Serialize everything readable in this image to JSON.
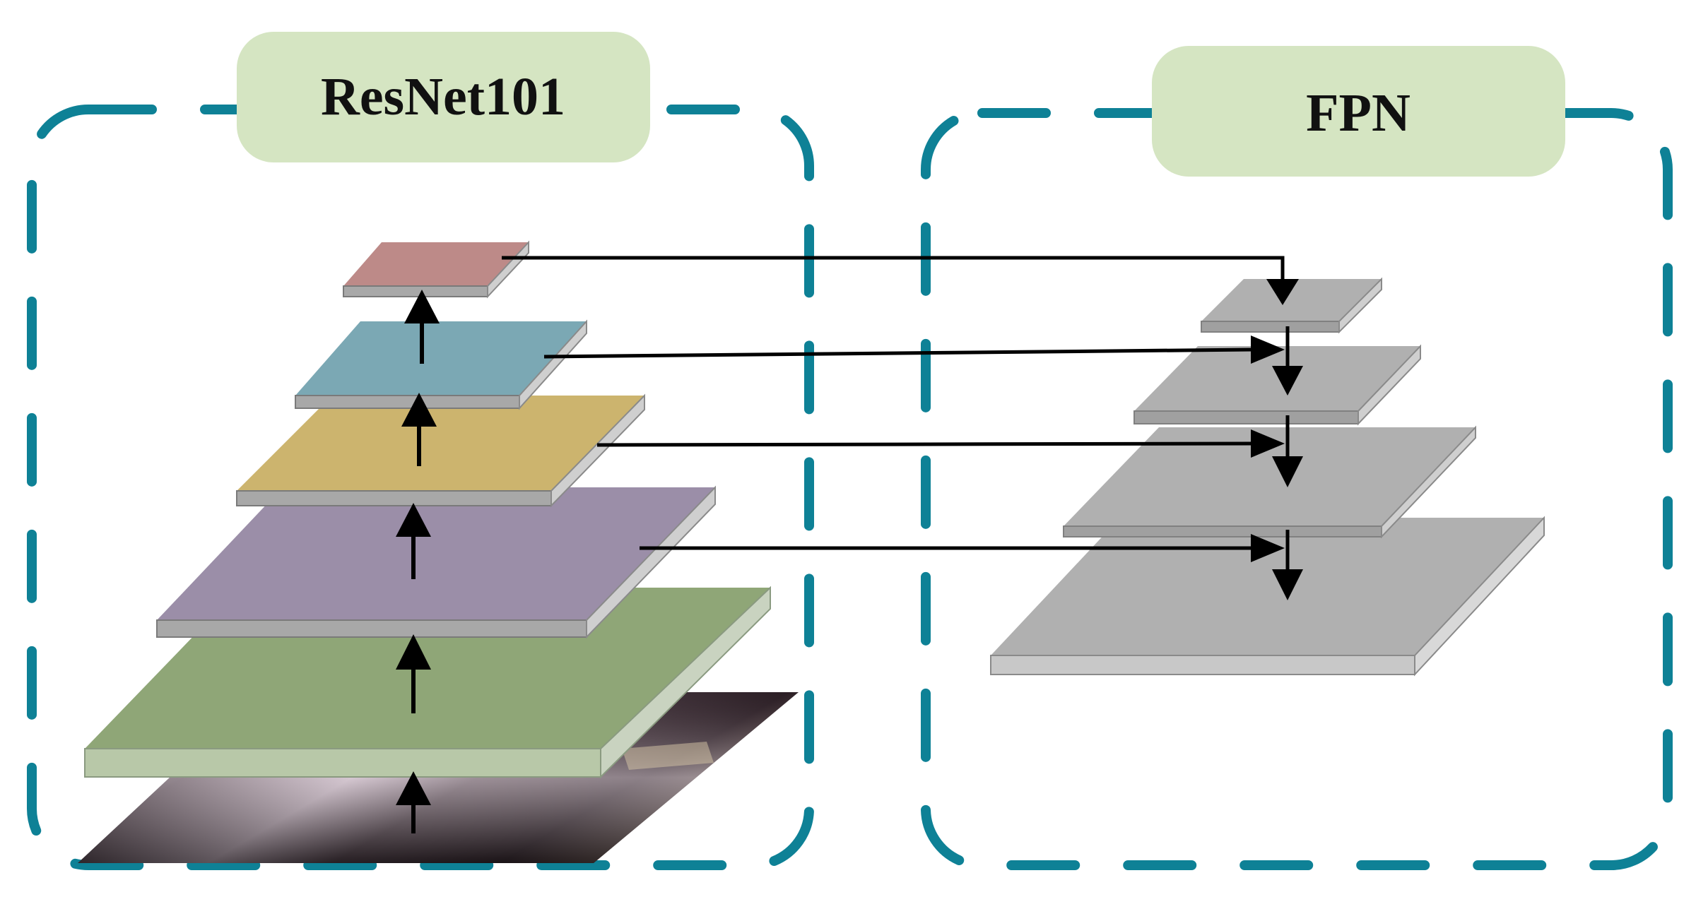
{
  "resnet_panel": {
    "title": "ResNet101",
    "layer_colors": [
      "#8fa677",
      "#9b8ea8",
      "#ccb46e",
      "#7ba8b4",
      "#bd8a88"
    ],
    "layer_count": 5
  },
  "fpn_panel": {
    "title": "FPN",
    "layer_color": "#b0b0b0",
    "layer_count": 4
  },
  "style": {
    "dash_color": "#0e8196",
    "label_bg": "#d5e5c2",
    "arrow_color": "#000000"
  },
  "input_image": {
    "icon": "input-street-image"
  }
}
